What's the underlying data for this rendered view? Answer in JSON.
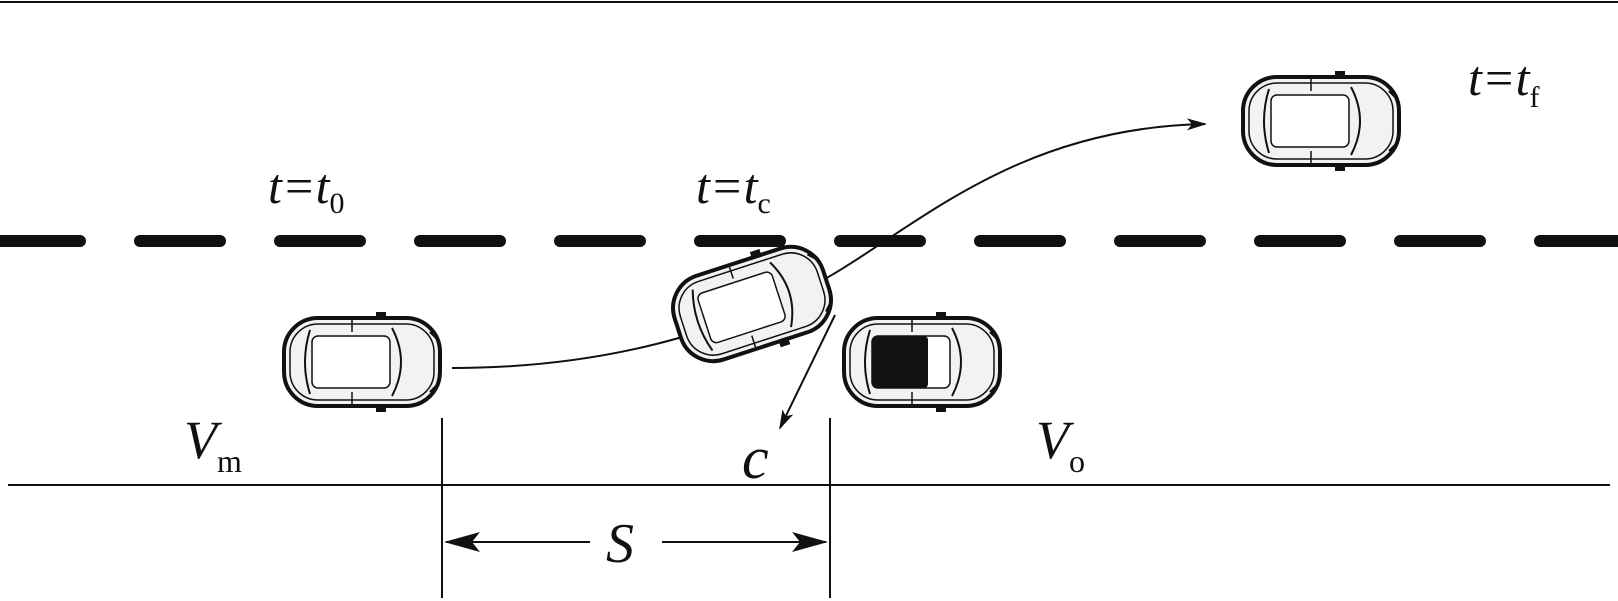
{
  "labels": {
    "t0": {
      "main": "t=t",
      "sub": "0"
    },
    "tc": {
      "main": "t=t",
      "sub": "c"
    },
    "tf": {
      "main": "t=t",
      "sub": "f"
    },
    "vm": {
      "main": "V",
      "sub": "m"
    },
    "vo": {
      "main": "V",
      "sub": "o"
    },
    "collision": "c",
    "gap": "S"
  },
  "colors": {
    "stroke": "#111111",
    "car_body": "#f2f2f2",
    "obstacle_roof": "#111111"
  }
}
